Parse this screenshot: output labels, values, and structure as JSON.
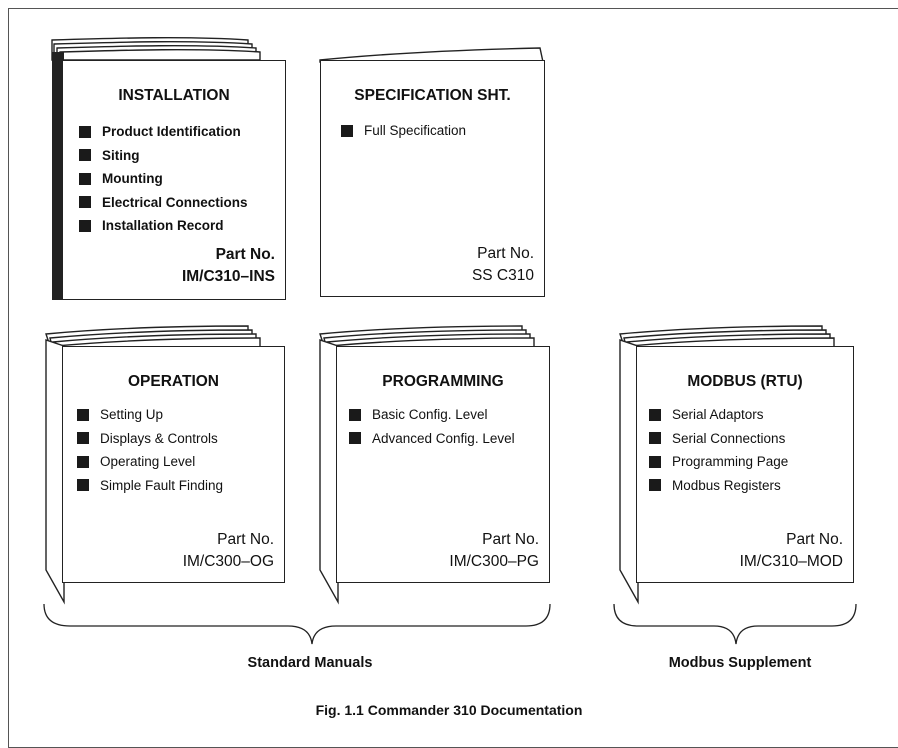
{
  "manuals": [
    {
      "title": "INSTALLATION",
      "items": [
        "Product Identification",
        "Siting",
        "Mounting",
        "Electrical Connections",
        "Installation Record"
      ],
      "part_label": "Part No.",
      "part_number": "IM/C310–INS"
    },
    {
      "title": "SPECIFICATION SHT.",
      "items": [
        "Full Specification"
      ],
      "part_label": "Part No.",
      "part_number": "SS C310"
    },
    {
      "title": "OPERATION",
      "items": [
        "Setting Up",
        "Displays & Controls",
        "Operating Level",
        "Simple Fault Finding"
      ],
      "part_label": "Part No.",
      "part_number": "IM/C300–OG"
    },
    {
      "title": "PROGRAMMING",
      "items": [
        "Basic Config. Level",
        "Advanced Config. Level"
      ],
      "part_label": "Part No.",
      "part_number": "IM/C300–PG"
    },
    {
      "title": "MODBUS (RTU)",
      "items": [
        "Serial Adaptors",
        "Serial Connections",
        "Programming Page",
        "Modbus Registers"
      ],
      "part_label": "Part No.",
      "part_number": "IM/C310–MOD"
    }
  ],
  "groups": [
    {
      "label": "Standard Manuals"
    },
    {
      "label": "Modbus Supplement"
    }
  ],
  "caption": "Fig. 1.1 Commander 310 Documentation"
}
